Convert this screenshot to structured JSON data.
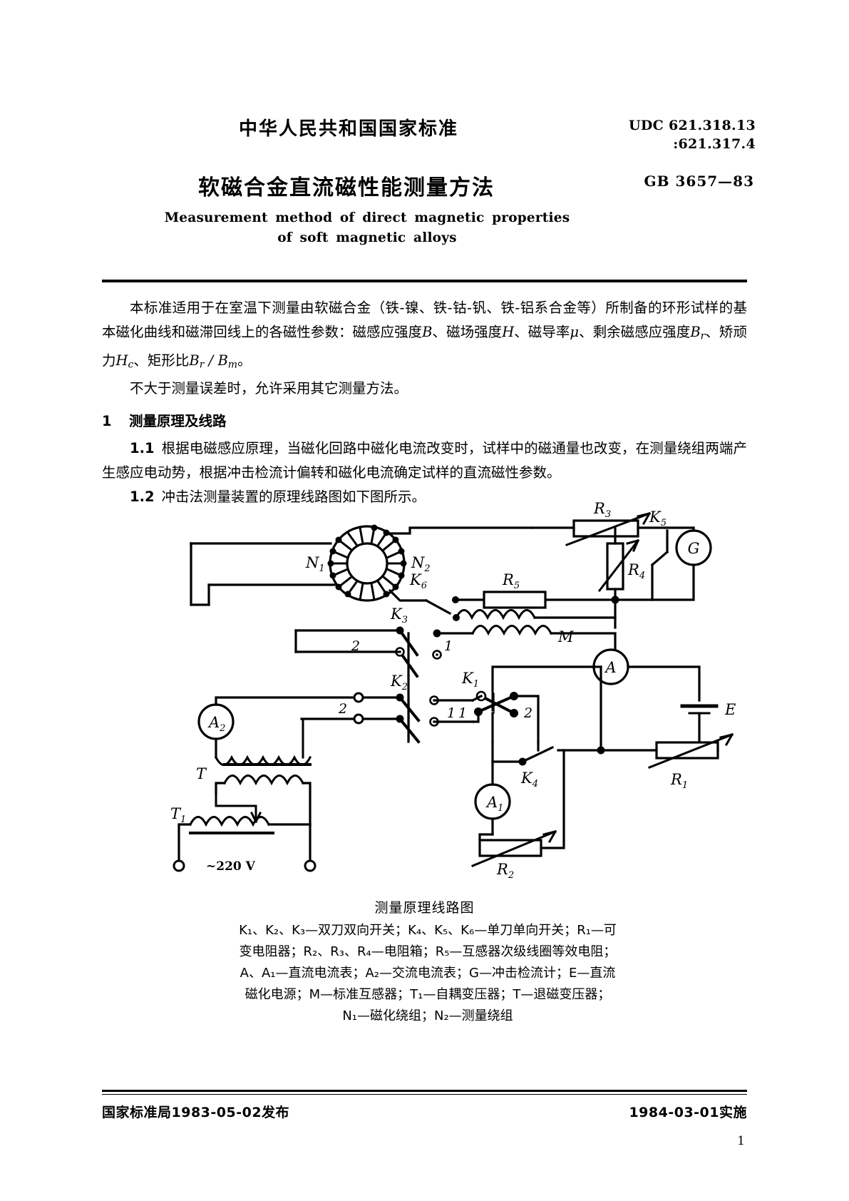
{
  "header": {
    "national_standard": "中华人民共和国国家标准",
    "udc_line1": "UDC 621.318.13",
    "udc_line2": ":621.317.4",
    "doc_title_cn": "软磁合金直流磁性能测量方法",
    "gb_number": "GB 3657—83",
    "doc_title_en_line1": "Measurement  method  of  direct  magnetic  properties",
    "doc_title_en_line2": "of  soft  magnetic  alloys"
  },
  "body": {
    "scope_p1_a": "本标准适用于在室温下测量由软磁合金（铁‐镍、铁‐钴‐钒、铁‐铝系合金等）所制备的环形试样的基本磁化曲线和磁滞回线上的各磁性参数：磁感应强度",
    "scope_p1_b": "、磁场强度",
    "scope_p1_c": "、磁导率",
    "scope_p1_d": "、剩余磁感应强度",
    "scope_p1_e": "、矫顽力",
    "scope_p1_f": "、矩形比",
    "scope_p1_g": "。",
    "sym_B": "B",
    "sym_H": "H",
    "sym_mu": "μ",
    "sym_Br": "B",
    "sym_Br_sub": "r",
    "sym_Hc": "H",
    "sym_Hc_sub": "c",
    "sym_Brm_1": "B",
    "sym_Brm_1sub": "r",
    "sym_slash": " / ",
    "sym_Brm_2": "B",
    "sym_Brm_2sub": "m",
    "scope_p2": "不大于测量误差时，允许采用其它测量方法。",
    "sec1_num": "1",
    "sec1_title": "测量原理及线路",
    "sec11_label": "1.1",
    "sec11_text": "根据电磁感应原理，当磁化回路中磁化电流改变时，试样中的磁通量也改变，在测量绕组两端产生感应电动势，根据冲击检流计偏转和磁化电流确定试样的直流磁性参数。",
    "sec12_label": "1.2",
    "sec12_text": "冲击法测量装置的原理线路图如下图所示。"
  },
  "figure": {
    "caption": "测量原理线路图",
    "legend_line1": "K₁、K₂、K₃—双刀双向开关；K₄、K₅、K₆—单刀单向开关；R₁—可",
    "legend_line2": "变电阻器；R₂、R₃、R₄—电阻箱；R₅—互感器次级线圈等效电阻；",
    "legend_line3": "A、A₁—直流电流表；A₂—交流电流表；G—冲击检流计；E—直流",
    "legend_line4": "磁化电源；M—标准互感器；T₁—自耦变压器；T—退磁变压器；",
    "legend_line5": "N₁—磁化绕组；N₂—测量绕组",
    "labels": {
      "N1": "N",
      "N1sub": "1",
      "N2": "N",
      "N2sub": "2",
      "R1": "R",
      "R1sub": "1",
      "R2": "R",
      "R2sub": "2",
      "R3": "R",
      "R3sub": "3",
      "R4": "R",
      "R4sub": "4",
      "R5": "R",
      "R5sub": "5",
      "K1": "K",
      "K1sub": "1",
      "K2": "K",
      "K2sub": "2",
      "K3": "K",
      "K3sub": "3",
      "K4": "K",
      "K4sub": "4",
      "K5": "K",
      "K5sub": "5",
      "K6": "K",
      "K6sub": "6",
      "A": "A",
      "A1": "A",
      "A1sub": "1",
      "A2": "A",
      "A2sub": "2",
      "G": "G",
      "E": "E",
      "M": "M",
      "T": "T",
      "T1": "T",
      "T1sub": "1",
      "mains": "~220 V",
      "pos1_k3": "1",
      "pos2_k3": "2",
      "pos1_k2": "1",
      "pos2_k2": "2",
      "pos1_k1": "1",
      "pos2_k1": "2"
    }
  },
  "footer": {
    "issued": "国家标准局1983‐05‐02发布",
    "effective": "1984‐03‐01实施",
    "page_number": "1"
  }
}
